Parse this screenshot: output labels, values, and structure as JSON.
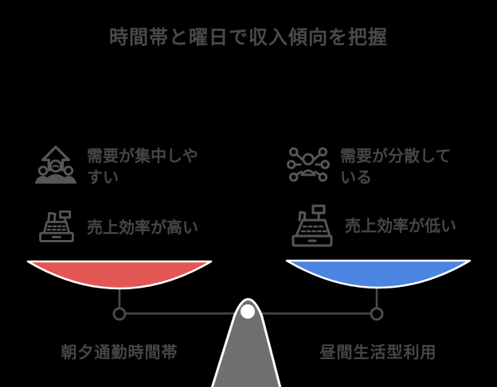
{
  "title": "時間帯と曜日で収入傾向を把握",
  "colors": {
    "left_pan": "#e25754",
    "right_pan": "#4c84e2",
    "stand": "#6f6f6f",
    "line": "#4a4a4a",
    "outline": "#ffffff",
    "text": "#464646",
    "background": "#000000"
  },
  "left": {
    "items": [
      {
        "icon": "crowd-up-icon",
        "text": "需要が集中しやすい"
      },
      {
        "icon": "cash-register-icon",
        "text": "売上効率が高い"
      }
    ],
    "pan_label": "朝夕通勤時間帯"
  },
  "right": {
    "items": [
      {
        "icon": "person-network-icon",
        "text": "需要が分散している"
      },
      {
        "icon": "cash-register-icon",
        "text": "売上効率が低い"
      }
    ],
    "pan_label": "昼間生活型利用"
  }
}
